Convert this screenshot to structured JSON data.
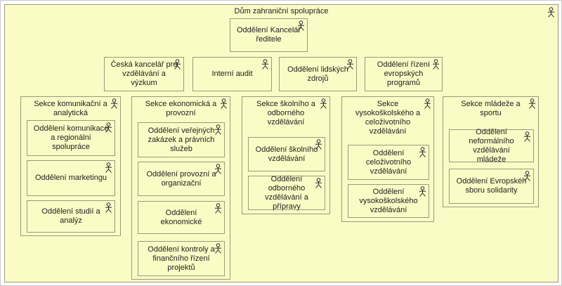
{
  "org": {
    "title": "Dům zahraniční spolupráce",
    "director_office": "Oddělení Kancelář ředitele",
    "staff_units": [
      "Česká kancelář pro vzdělávání a výzkum",
      "Interní audit",
      "Oddělení lidských zdrojů",
      "Oddělení řízení evropských programů"
    ],
    "sections": [
      {
        "label": "Sekce komunikační a analytická",
        "children": [
          "Oddělení komunikace a regionální spolupráce",
          "Oddělení marketingu",
          "Oddělení studií a analýz"
        ]
      },
      {
        "label": "Sekce ekonomická a provozní",
        "children": [
          "Oddělení veřejných zakázek a právních služeb",
          "Oddělení provozní a organizační",
          "Oddělení ekonomické",
          "Oddělení kontroly a finančního řízení projektů"
        ]
      },
      {
        "label": "Sekce školního a odborného vzdělávání",
        "children": [
          "Oddělení školního vzdělávání",
          "Oddělení odborného vzdělávání a přípravy"
        ]
      },
      {
        "label": "Sekce vysokoškolského a celoživotního vzdělávání",
        "children": [
          "Oddělení celoživotního vzdělávání",
          "Oddělení vysokoškolského vzdělávání"
        ]
      },
      {
        "label": "Sekce mládeže a sportu",
        "children": [
          "Oddělení neformálního vzdělávání mládeže",
          "Oddělení Evropskéh sboru solidarity"
        ]
      }
    ],
    "icon": "business-actor",
    "colors": {
      "box_fill": "#fbfbc6",
      "box_border": "#9a9a7b",
      "text": "#212121",
      "canvas_border": "#c9c9c9",
      "canvas_bg": "#ffffff"
    }
  }
}
